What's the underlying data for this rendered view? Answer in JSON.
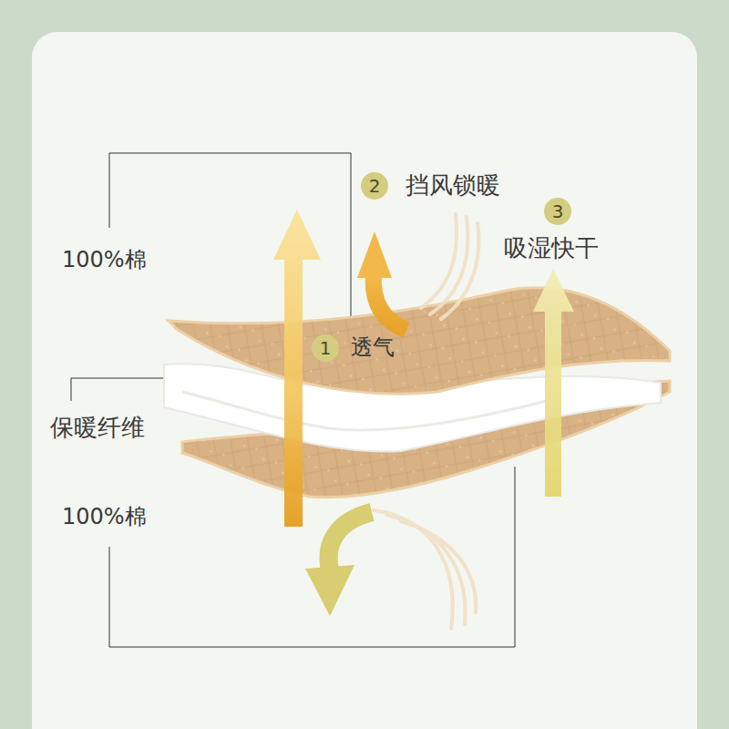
{
  "diagram": {
    "nodes": [
      {
        "text": [
          "2"
        ]
      },
      {
        "text": [
          "3"
        ]
      },
      {
        "text": [
          "1"
        ]
      }
    ],
    "labels": [
      "挡风锁暖",
      "吸湿快干",
      "100%棉",
      "透气",
      "保暖纤维",
      "100%棉"
    ]
  }
}
